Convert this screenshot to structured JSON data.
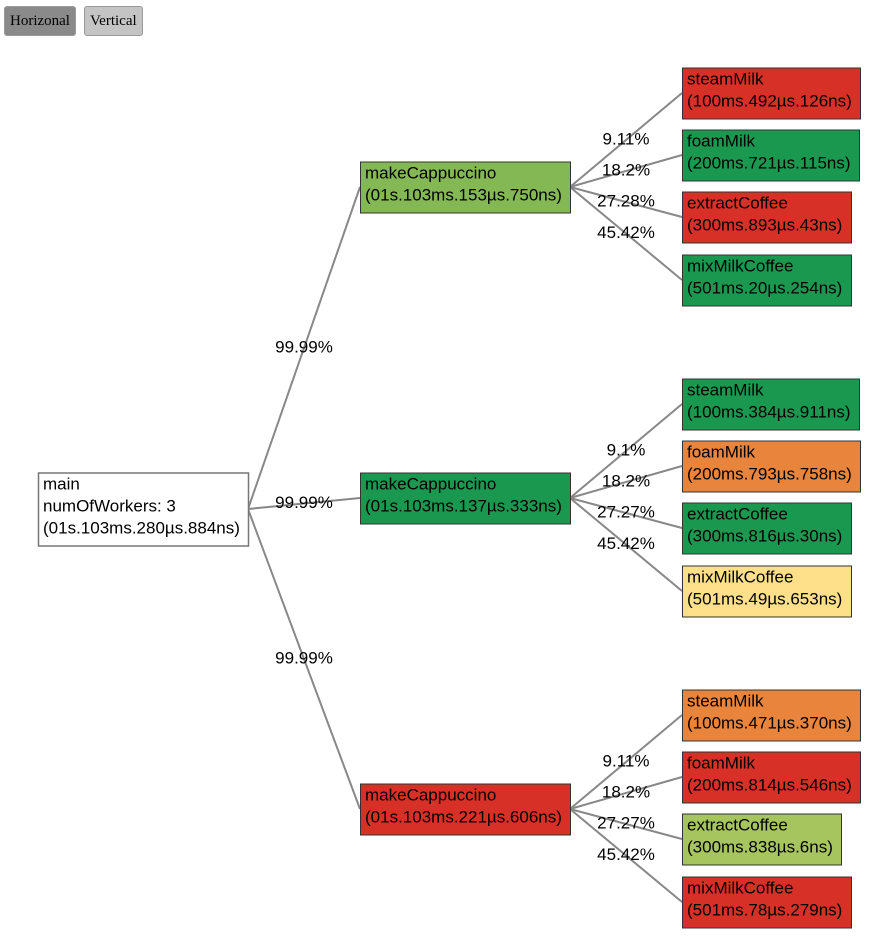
{
  "toolbar": {
    "horizontal_label": "Horizonal",
    "vertical_label": "Vertical"
  },
  "colors": {
    "white": "#ffffff",
    "red": "#d73027",
    "dark_green": "#1a9850",
    "light_green": "#84b855",
    "yellow_green": "#a6c55f",
    "orange": "#e8843b",
    "pale_yellow": "#fee08b",
    "edge": "#888888"
  },
  "tree": {
    "root": {
      "lines": [
        "main",
        "numOfWorkers: 3",
        "(01s.103ms.280µs.884ns)"
      ],
      "color": "white"
    },
    "children": [
      {
        "edge_label": "99.99%",
        "lines": [
          "makeCappuccino",
          "(01s.103ms.153µs.750ns)"
        ],
        "color": "light_green",
        "children": [
          {
            "edge_label": "9.11%",
            "lines": [
              "steamMilk",
              "(100ms.492µs.126ns)"
            ],
            "color": "red"
          },
          {
            "edge_label": "18.2%",
            "lines": [
              "foamMilk",
              "(200ms.721µs.115ns)"
            ],
            "color": "dark_green"
          },
          {
            "edge_label": "27.28%",
            "lines": [
              "extractCoffee",
              "(300ms.893µs.43ns)"
            ],
            "color": "red"
          },
          {
            "edge_label": "45.42%",
            "lines": [
              "mixMilkCoffee",
              "(501ms.20µs.254ns)"
            ],
            "color": "dark_green"
          }
        ]
      },
      {
        "edge_label": "99.99%",
        "lines": [
          "makeCappuccino",
          "(01s.103ms.137µs.333ns)"
        ],
        "color": "dark_green",
        "children": [
          {
            "edge_label": "9.1%",
            "lines": [
              "steamMilk",
              "(100ms.384µs.911ns)"
            ],
            "color": "dark_green"
          },
          {
            "edge_label": "18.2%",
            "lines": [
              "foamMilk",
              "(200ms.793µs.758ns)"
            ],
            "color": "orange"
          },
          {
            "edge_label": "27.27%",
            "lines": [
              "extractCoffee",
              "(300ms.816µs.30ns)"
            ],
            "color": "dark_green"
          },
          {
            "edge_label": "45.42%",
            "lines": [
              "mixMilkCoffee",
              "(501ms.49µs.653ns)"
            ],
            "color": "pale_yellow"
          }
        ]
      },
      {
        "edge_label": "99.99%",
        "lines": [
          "makeCappuccino",
          "(01s.103ms.221µs.606ns)"
        ],
        "color": "red",
        "children": [
          {
            "edge_label": "9.11%",
            "lines": [
              "steamMilk",
              "(100ms.471µs.370ns)"
            ],
            "color": "orange"
          },
          {
            "edge_label": "18.2%",
            "lines": [
              "foamMilk",
              "(200ms.814µs.546ns)"
            ],
            "color": "red"
          },
          {
            "edge_label": "27.27%",
            "lines": [
              "extractCoffee",
              "(300ms.838µs.6ns)"
            ],
            "color": "yellow_green"
          },
          {
            "edge_label": "45.42%",
            "lines": [
              "mixMilkCoffee",
              "(501ms.78µs.279ns)"
            ],
            "color": "red"
          }
        ]
      }
    ]
  }
}
